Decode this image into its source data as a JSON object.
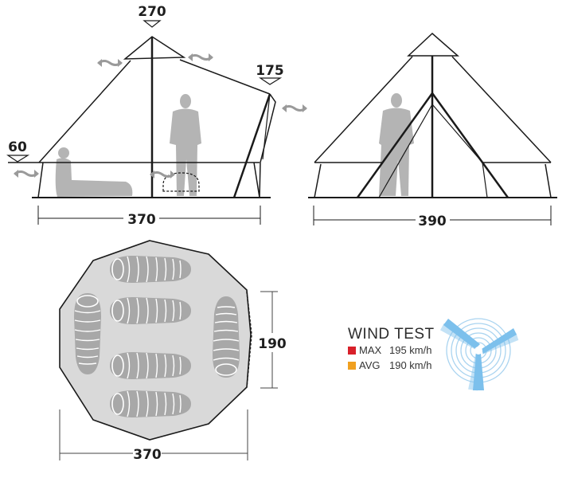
{
  "side_view": {
    "peak_height": "270",
    "rear_wall_height": "175",
    "side_wall_height": "60",
    "length": "370"
  },
  "front_view": {
    "width": "390"
  },
  "floor_plan": {
    "depth": "190",
    "width": "370",
    "sleeping_bags": 6
  },
  "wind_test": {
    "title": "WIND TEST",
    "rows": [
      {
        "label": "MAX",
        "value": "195 km/h",
        "color": "#d8202a"
      },
      {
        "label": "AVG",
        "value": "190 km/h",
        "color": "#f0a020"
      }
    ],
    "icon": "wind-turbine-icon",
    "icon_color": "#7cc0ec"
  },
  "colors": {
    "line": "#1a1a1a",
    "figure": "#b4b4b4",
    "floor": "#d9d9d9",
    "bag": "#a8a8a8",
    "arrow": "#9a9a9a"
  }
}
